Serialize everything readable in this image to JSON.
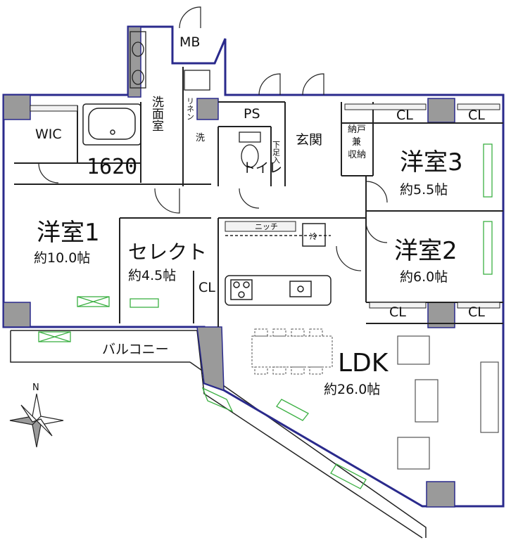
{
  "colors": {
    "wall_outline": "#2a2a8c",
    "wall_fill": "#9a9a9a",
    "line": "#222222",
    "window_green": "#3cb043"
  },
  "rooms": {
    "western1": {
      "name": "洋室1",
      "area": "約10.0帖"
    },
    "select": {
      "name": "セレクト",
      "area": "約4.5帖"
    },
    "western2": {
      "name": "洋室2",
      "area": "約6.0帖"
    },
    "western3": {
      "name": "洋室3",
      "area": "約5.5帖"
    },
    "ldk": {
      "name": "LDK",
      "area": "約26.0帖"
    },
    "wic": {
      "name": "WIC"
    },
    "washroom": {
      "name": "洗面室"
    },
    "toilet": {
      "name": "トイレ"
    },
    "entrance": {
      "name": "玄関"
    },
    "balcony": {
      "name": "バルコニー"
    }
  },
  "labels": {
    "mb": "MB",
    "ps": "PS",
    "cl": "CL",
    "bath_size": "1620",
    "washer": "洗",
    "linen": "リネン",
    "storage_line1": "納戸",
    "storage_line2": "兼",
    "storage_line3": "収納",
    "shoe_box": "下足入",
    "niche": "ニッチ",
    "fridge": "冷",
    "compass": "N"
  }
}
